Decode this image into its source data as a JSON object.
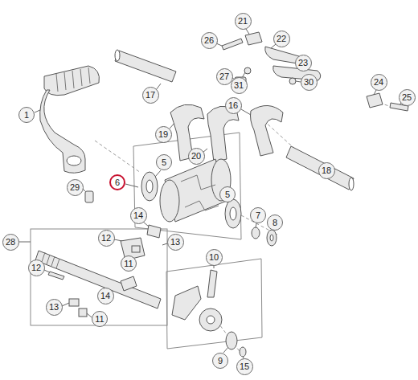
{
  "diagram": {
    "nodes": [
      {
        "text": [
          "21"
        ]
      },
      {
        "text": [
          "22"
        ]
      },
      {
        "text": [
          "26"
        ]
      },
      {
        "text": [
          "23"
        ]
      },
      {
        "text": [
          "27"
        ]
      },
      {
        "text": [
          "24"
        ]
      },
      {
        "text": [
          "30"
        ]
      },
      {
        "text": [
          "31"
        ]
      },
      {
        "text": [
          "17"
        ]
      },
      {
        "text": [
          "25"
        ]
      },
      {
        "text": [
          "16"
        ]
      },
      {
        "text": [
          "1"
        ]
      },
      {
        "text": [
          "19"
        ]
      },
      {
        "text": [
          "20"
        ]
      },
      {
        "text": [
          "5"
        ]
      },
      {
        "text": [
          "18"
        ]
      },
      {
        "text": [
          "6"
        ]
      },
      {
        "text": [
          "29"
        ]
      },
      {
        "text": [
          "5"
        ]
      },
      {
        "text": [
          "7"
        ]
      },
      {
        "text": [
          "14"
        ]
      },
      {
        "text": [
          "8"
        ]
      },
      {
        "text": [
          "12"
        ]
      },
      {
        "text": [
          "13"
        ]
      },
      {
        "text": [
          "28"
        ]
      },
      {
        "text": [
          "10"
        ]
      },
      {
        "text": [
          "11"
        ]
      },
      {
        "text": [
          "12"
        ]
      },
      {
        "text": [
          "14"
        ]
      },
      {
        "text": [
          "13"
        ]
      },
      {
        "text": [
          "11"
        ]
      },
      {
        "text": [
          "9"
        ]
      },
      {
        "text": [
          "15"
        ]
      }
    ]
  }
}
